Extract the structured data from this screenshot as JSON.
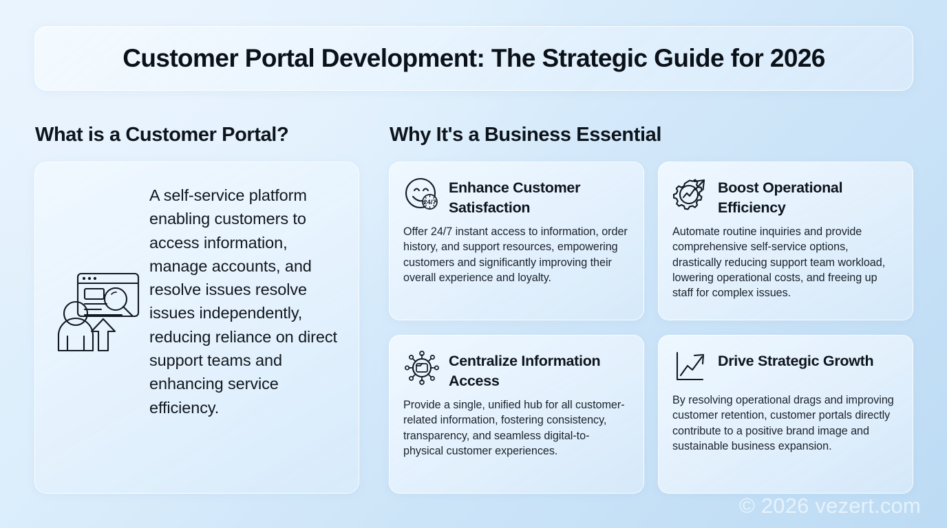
{
  "header": {
    "title": "Customer Portal Development: The Strategic Guide for 2026"
  },
  "left_section": {
    "heading": "What is a Customer Portal?",
    "illustration_icon": "user-browser-search-icon",
    "body": "A self-service platform enabling customers to access information, manage accounts, and resolve issues resolve issues independently, reducing reliance on direct support teams and enhancing service efficiency."
  },
  "right_section": {
    "heading": "Why It's a Business Essential",
    "cards": [
      {
        "icon": "smiley-24-7-icon",
        "badge_label": "24/7",
        "title": "Enhance Customer Satisfaction",
        "body": "Offer 24/7 instant access to information, order history, and support resources, empowering customers and significantly improving their overall experience and loyalty."
      },
      {
        "icon": "gear-growth-arrow-icon",
        "title": "Boost Operational Efficiency",
        "body": "Automate routine inquiries and provide comprehensive self-service options, drastically reducing support team workload, lowering operational costs, and freeing up staff for complex issues."
      },
      {
        "icon": "network-hub-folder-icon",
        "title": "Centralize Information Access",
        "body": "Provide a single, unified hub for all customer-related information, fostering consistency, transparency, and seamless digital-to-physical customer experiences."
      },
      {
        "icon": "growth-chart-arrow-icon",
        "title": "Drive Strategic Growth",
        "body": "By resolving operational drags and improving customer retention, customer portals directly contribute to a positive brand image and sustainable business expansion."
      }
    ]
  },
  "watermark": "© 2026 vezert.com",
  "colors": {
    "background_light": "#e6f2fd",
    "background_deep": "#bcdbf4",
    "card_fill": "#eef6fe",
    "text_primary": "#0d141c",
    "text_body": "#1a222b",
    "icon_stroke": "#111820"
  }
}
